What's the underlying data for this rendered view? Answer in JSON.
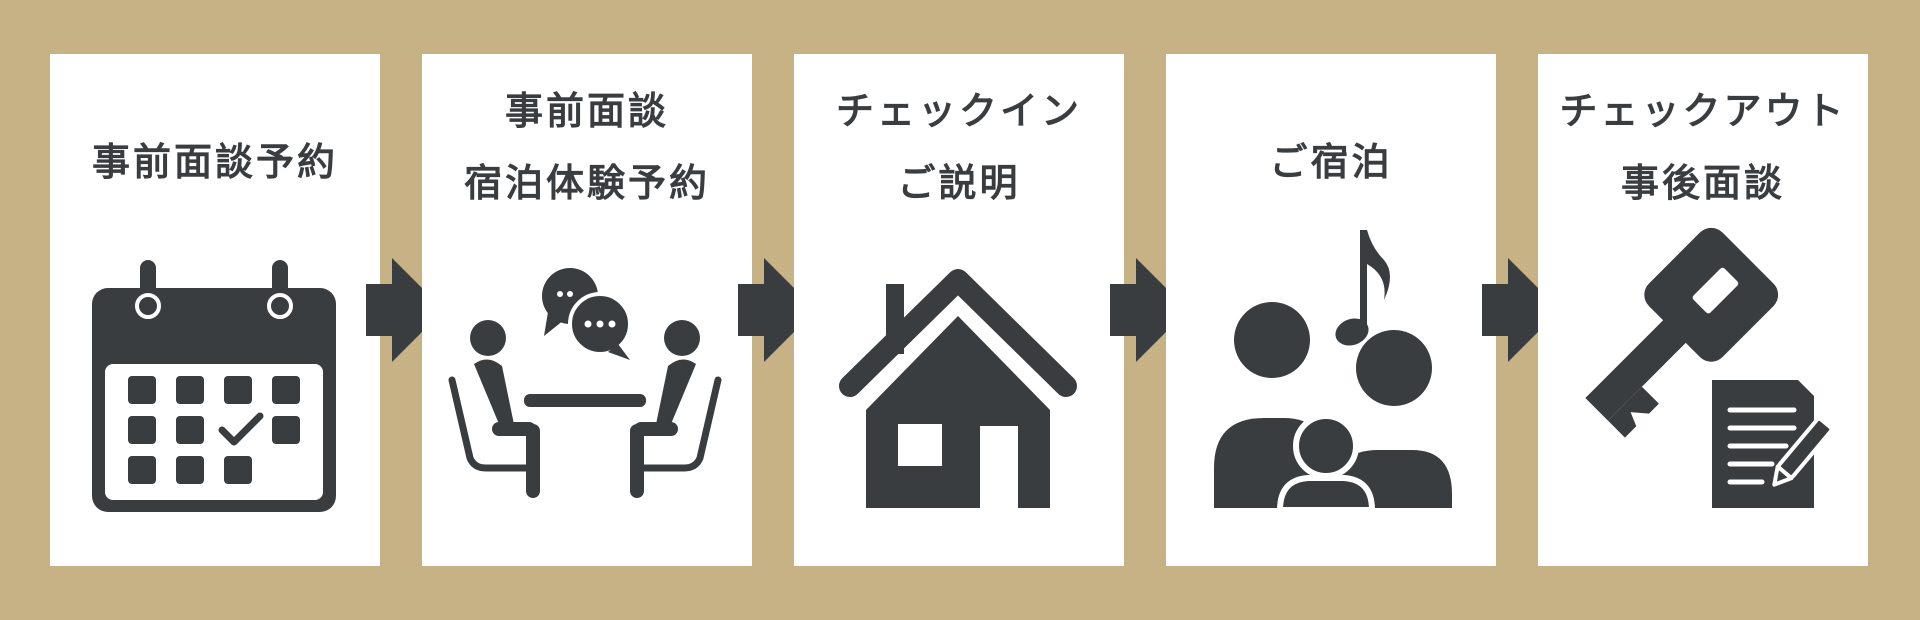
{
  "theme": {
    "background": "#c6b284",
    "card": "#ffffff",
    "ink": "#3a3d3f"
  },
  "steps": [
    {
      "lines": [
        "事前面談予約"
      ],
      "icon": "calendar-check-icon"
    },
    {
      "lines": [
        "事前面談",
        "宿泊体験予約"
      ],
      "icon": "meeting-conversation-icon"
    },
    {
      "lines": [
        "チェックイン",
        "ご説明"
      ],
      "icon": "house-icon"
    },
    {
      "lines": [
        "ご宿泊"
      ],
      "icon": "family-music-icon"
    },
    {
      "lines": [
        "チェックアウト",
        "事後面談"
      ],
      "icon": "key-document-icon"
    }
  ]
}
